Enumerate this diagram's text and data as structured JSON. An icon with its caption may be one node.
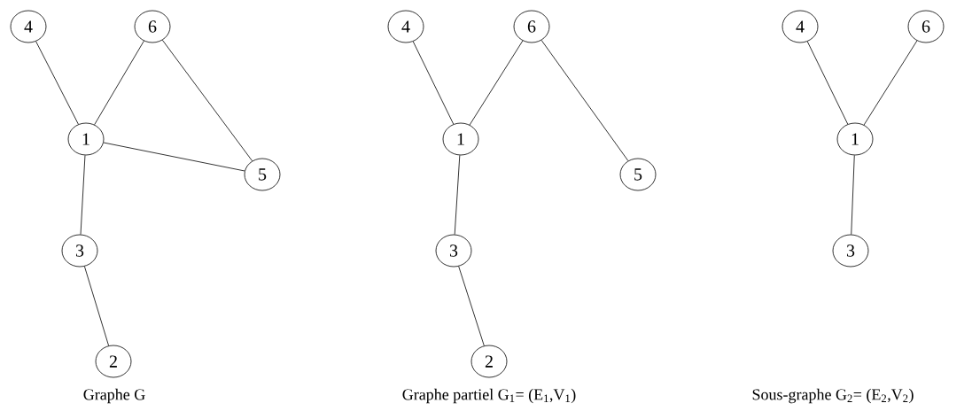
{
  "diagram": {
    "nodes": [
      {
        "text": [
          "4"
        ]
      },
      {
        "text": [
          "6"
        ]
      },
      {
        "text": [
          "1"
        ]
      },
      {
        "text": [
          "5"
        ]
      },
      {
        "text": [
          "3"
        ]
      },
      {
        "text": [
          "2"
        ]
      },
      {
        "text": [
          "4"
        ]
      },
      {
        "text": [
          "6"
        ]
      },
      {
        "text": [
          "1"
        ]
      },
      {
        "text": [
          "5"
        ]
      },
      {
        "text": [
          "3"
        ]
      },
      {
        "text": [
          "2"
        ]
      },
      {
        "text": [
          "4"
        ]
      },
      {
        "text": [
          "6"
        ]
      },
      {
        "text": [
          "1"
        ]
      },
      {
        "text": [
          "3"
        ]
      }
    ],
    "edges": [
      {
        "from": 0,
        "to": 2,
        "arrow": "none"
      },
      {
        "from": 1,
        "to": 2,
        "arrow": "none"
      },
      {
        "from": 1,
        "to": 3,
        "arrow": "none"
      },
      {
        "from": 2,
        "to": 3,
        "arrow": "none"
      },
      {
        "from": 2,
        "to": 4,
        "arrow": "none"
      },
      {
        "from": 4,
        "to": 5,
        "arrow": "none"
      },
      {
        "from": 6,
        "to": 8,
        "arrow": "none"
      },
      {
        "from": 7,
        "to": 8,
        "arrow": "none"
      },
      {
        "from": 7,
        "to": 9,
        "arrow": "none"
      },
      {
        "from": 8,
        "to": 10,
        "arrow": "none"
      },
      {
        "from": 10,
        "to": 11,
        "arrow": "none"
      },
      {
        "from": 12,
        "to": 14,
        "arrow": "none"
      },
      {
        "from": 13,
        "to": 14,
        "arrow": "none"
      },
      {
        "from": 14,
        "to": 15,
        "arrow": "none"
      }
    ],
    "labels": [
      "Graphe G",
      "Graphe partiel G$_{1}$= (E$_{1}$,V$_{1}$)",
      "Sous-graphe G$_{2}$= (E$_{2}$,V$_{2}$)"
    ]
  }
}
